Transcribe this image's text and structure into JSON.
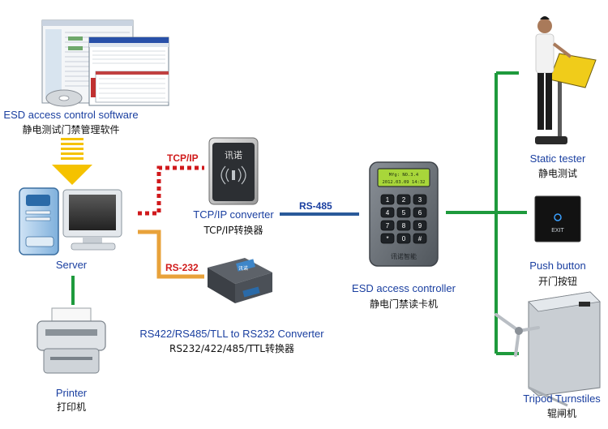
{
  "nodes": {
    "software": {
      "en": "ESD access control software",
      "cn": "静电测试门禁管理软件"
    },
    "server": {
      "en": "Server"
    },
    "printer": {
      "en": "Printer",
      "cn": "打印机"
    },
    "tcpip_converter": {
      "en": "TCP/IP converter",
      "cn": "TCP/IP转换器",
      "device_text": "讯诺"
    },
    "rs232_converter": {
      "en": "RS422/RS485/TLL to RS232 Converter",
      "cn": "RS232/422/485/TTL转换器",
      "device_text": "讯诺"
    },
    "controller": {
      "en": "ESD access controller",
      "cn": "静电门禁读卡机",
      "brand": "讯诺智能",
      "lcd_line1": "Mfg: NO.3.4",
      "lcd_line2": "2012.03.09 14:32",
      "keys": [
        "1",
        "2",
        "3",
        "4",
        "5",
        "6",
        "7",
        "8",
        "9",
        "*",
        "0",
        "#"
      ]
    },
    "static_tester": {
      "en": "Static tester",
      "cn": "静电测试"
    },
    "push_button": {
      "en": "Push button",
      "cn": "开门按钮",
      "device_text": "EXIT"
    },
    "turnstile": {
      "en": "Tripod Turnstiles",
      "cn": "辊闸机"
    }
  },
  "links": {
    "tcpip": "TCP/IP",
    "rs232": "RS-232",
    "rs485": "RS-485"
  },
  "colors": {
    "green": "#1e9a3c",
    "red_dots": "#d0191c",
    "orange": "#e8a23a",
    "blue": "#2a5a9a",
    "arrow_yellow": "#f5c200",
    "label_blue": "#1a3fa0"
  }
}
